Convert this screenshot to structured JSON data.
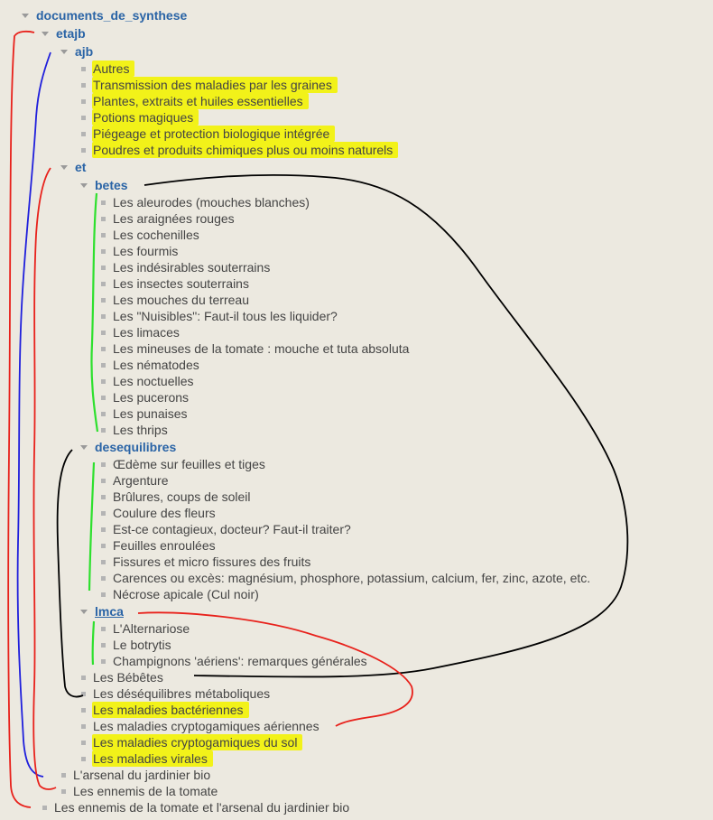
{
  "tree": {
    "root": "documents_de_synthese",
    "etajb": "etajb",
    "ajb": {
      "label": "ajb",
      "items": [
        "Autres",
        "Transmission des maladies par les graines",
        "Plantes, extraits et huiles essentielles",
        "Potions magiques",
        "Piégeage et protection biologique intégrée",
        "Poudres et produits chimiques plus ou moins naturels"
      ]
    },
    "et": "et",
    "betes": {
      "label": "betes",
      "items": [
        "Les aleurodes (mouches blanches)",
        "Les araignées rouges",
        "Les cochenilles",
        "Les fourmis",
        "Les indésirables souterrains",
        "Les insectes souterrains",
        "Les mouches du terreau",
        "Les \"Nuisibles\": Faut-il tous les liquider?",
        "Les limaces",
        "Les mineuses de la tomate : mouche et tuta absoluta",
        "Les nématodes",
        "Les noctuelles",
        "Les pucerons",
        "Les punaises",
        "Les thrips"
      ]
    },
    "desequilibres": {
      "label": "desequilibres",
      "items": [
        "Œdème sur feuilles et tiges",
        "Argenture",
        "Brûlures, coups de soleil",
        "Coulure des fleurs",
        "Est-ce contagieux, docteur? Faut-il traiter?",
        "Feuilles enroulées",
        "Fissures et micro fissures des fruits",
        "Carences ou excès: magnésium, phosphore, potassium, calcium, fer, zinc, azote, etc.",
        "Nécrose apicale (Cul noir)"
      ]
    },
    "lmca": {
      "label": "lmca",
      "items": [
        "L'Alternariose",
        "Le botrytis",
        "Champignons 'aériens': remarques générales"
      ]
    },
    "et_items": [
      "Les Bébêtes",
      "Les déséquilibres métaboliques",
      "Les maladies bactériennes",
      "Les maladies cryptogamiques aériennes",
      "Les maladies cryptogamiques du sol",
      "Les maladies virales"
    ],
    "etajb_items": [
      "L'arsenal du jardinier bio",
      "Les ennemis de la tomate"
    ],
    "root_items": [
      "Les ennemis de la tomate et l'arsenal du jardinier bio"
    ]
  },
  "colors": {
    "folder": "#2a64a6",
    "highlight": "#f2f219",
    "background": "#ece9e0",
    "annotation_red": "#e8211b",
    "annotation_blue": "#1f1fdc",
    "annotation_green": "#2ee02e",
    "annotation_black": "#000000"
  }
}
